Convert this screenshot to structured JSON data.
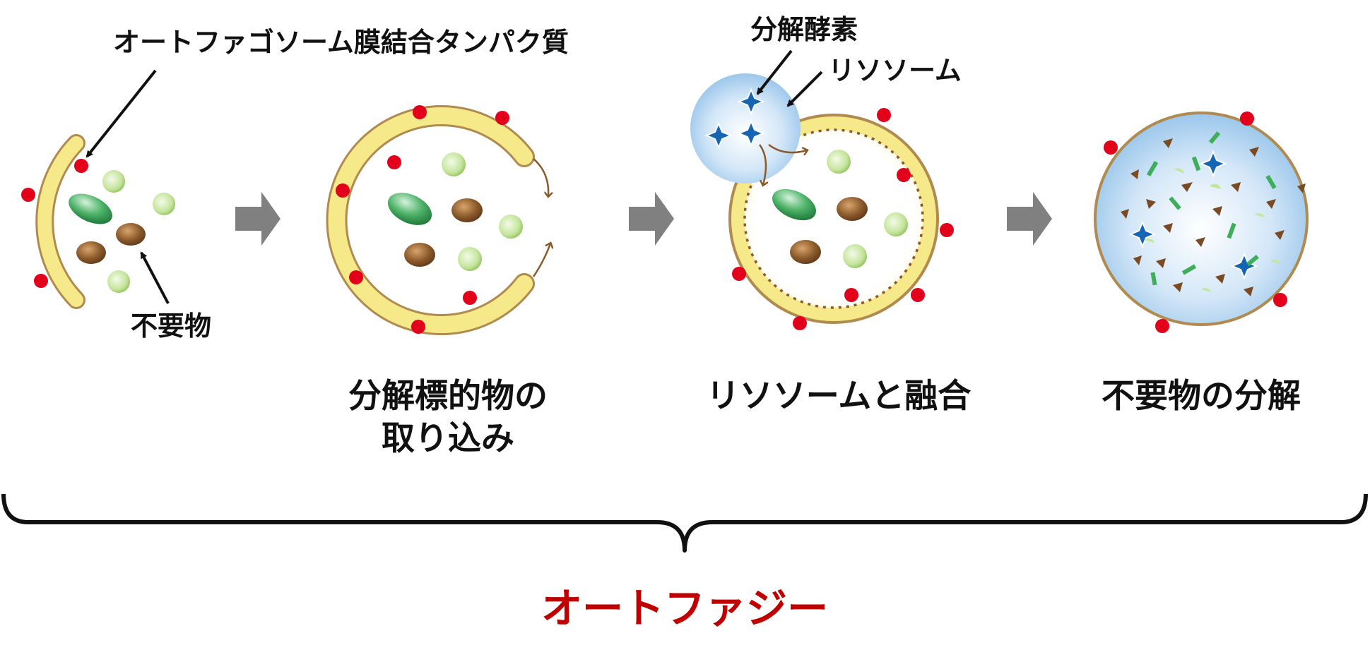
{
  "labels": {
    "membrane_protein": "オートファゴソーム膜結合タンパク質",
    "unwanted": "不要物",
    "enzyme": "分解酵素",
    "lysosome": "リソソーム"
  },
  "stages": [
    {
      "line1": "分解標的物の",
      "line2": "取り込み"
    },
    {
      "line1": "リソソームと融合"
    },
    {
      "line1": "不要物の分解"
    }
  ],
  "title": "オートファジー",
  "colors": {
    "title": "#c00000",
    "membrane_fill": "#f6e98a",
    "membrane_stroke": "#b08a4e",
    "protein_dot": "#e3001b",
    "arrow_block": "#808080",
    "lysosome": "#a9cdf0",
    "enzyme_star": "#1565b5",
    "small_particle": "#c5e59a",
    "brown_particle": "#7a4a22",
    "green_oval": "#2f9a4f"
  }
}
